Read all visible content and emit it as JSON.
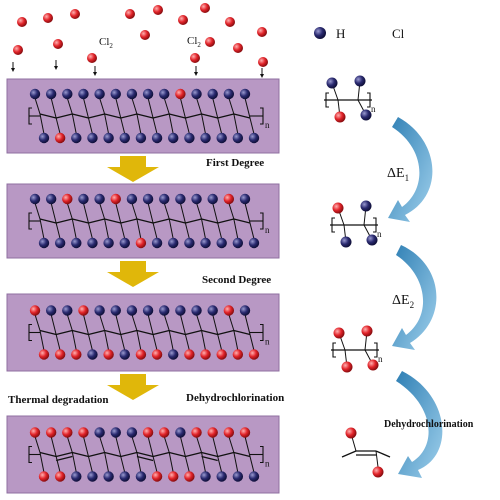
{
  "legend": {
    "h_label": "H",
    "cl_label": "Cl"
  },
  "cl2_labels": [
    "Cl",
    "Cl"
  ],
  "cl2_subscript": "2",
  "subscript_n": "n",
  "stages": {
    "first_degree": "First Degree",
    "second_degree": "Second Degree",
    "thermal_degradation": "Thermal degradation",
    "dehydrochlorination": "Dehydrochlorination"
  },
  "energy": {
    "symbol": "ΔE",
    "e1_subscript": "1",
    "e2_subscript": "2"
  },
  "right_dehydrochlorination": "Dehydrochlorination",
  "colors": {
    "panel": "#b898c4",
    "panel_border": "#8f6fa0",
    "hydrogen": "#1f1f5e",
    "chlorine": "#e2242a",
    "arrow_yellow": "#e0b70a",
    "arrow_blue": "#5ba6d1",
    "bond": "#111111"
  }
}
